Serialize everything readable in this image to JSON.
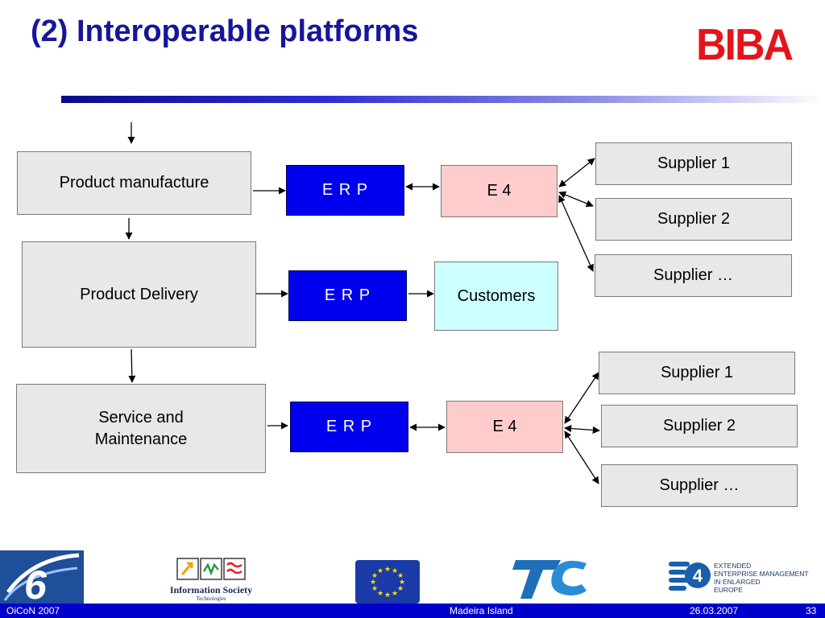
{
  "slide": {
    "title": "(2) Interoperable platforms",
    "brand_logo_text": "BIBA"
  },
  "diagram": {
    "processes": [
      {
        "id": "p1",
        "label": "Product manufacture"
      },
      {
        "id": "p2",
        "label": "Product Delivery"
      },
      {
        "id": "p3",
        "label": "Service and Maintenance"
      }
    ],
    "erp_label": "E R P",
    "e4_label": "E 4",
    "customers_label": "Customers",
    "suppliers_top": [
      "Supplier 1",
      "Supplier 2",
      "Supplier …"
    ],
    "suppliers_bottom": [
      "Supplier 1",
      "Supplier 2",
      "Supplier …"
    ]
  },
  "logos": {
    "infosoc_main": "Information Society",
    "infosoc_sub": "Technologies",
    "e4_line1": "EXTENDED",
    "e4_line2": "ENTERPRISE MANAGEMENT",
    "e4_line3": "IN ENLARGED",
    "e4_line4": "EUROPE"
  },
  "footer": {
    "left": "OiCoN 2007",
    "center": "Madeira Island",
    "date": "26.03.2007",
    "page": "33"
  },
  "colors": {
    "title": "#16169a",
    "erp_fill": "#0000ee",
    "e4_fill": "#ffcccc",
    "customers_fill": "#ccffff",
    "process_fill": "#e8e8e8",
    "footer_bar": "#0000cc",
    "biba_red": "#e3141b"
  }
}
